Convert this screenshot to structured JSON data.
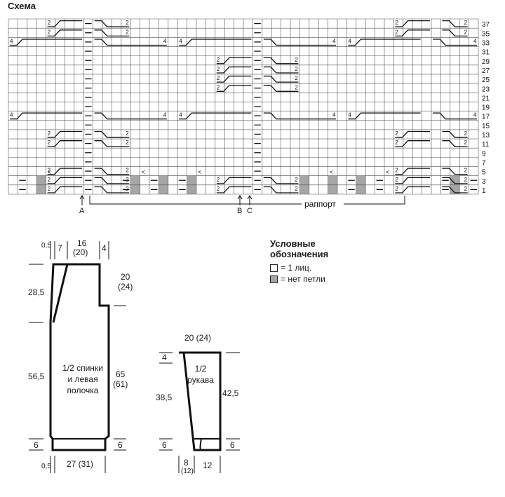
{
  "title": "Схема",
  "row_numbers": [
    "1",
    "3",
    "5",
    "7",
    "9",
    "11",
    "13",
    "15",
    "17",
    "19",
    "21",
    "23",
    "25",
    "27",
    "29",
    "31",
    "33",
    "35",
    "37"
  ],
  "symbols": {
    "cross2": "2",
    "cross4": "4",
    "purl": "–",
    "dec": "<"
  },
  "markers": {
    "a": "A",
    "b": "B",
    "c": "C",
    "repeat": "раппорт"
  },
  "legend": {
    "title_line1": "Условные",
    "title_line2": "обозначения",
    "item1": "= 1 лиц.",
    "item2": "= нет петли",
    "colors": {
      "knit": "#ffffff",
      "no_stitch": "#a6a6a6"
    }
  },
  "body_pattern": {
    "label_line1": "1/2 спинки",
    "label_line2": "и левая",
    "label_line3": "полочка",
    "top_left": "0,5",
    "top_a": "7",
    "top_b": "16",
    "top_b_alt": "(20)",
    "top_c": "4",
    "right_top": "20",
    "right_top_alt": "(24)",
    "left_a": "28,5",
    "left_b": "56,5",
    "left_c": "6",
    "right_mid": "65",
    "right_mid_alt": "(61)",
    "right_bot": "6",
    "bottom_left": "0,5",
    "bottom": "27 (31)"
  },
  "sleeve_pattern": {
    "label_line1": "1/2",
    "label_line2": "рукава",
    "top": "20 (24)",
    "left_a": "4",
    "left_b": "38,5",
    "left_c": "6",
    "right_a": "42,5",
    "right_b": "6",
    "bottom_a": "8",
    "bottom_a_alt": "(12)",
    "bottom_b": "12"
  }
}
